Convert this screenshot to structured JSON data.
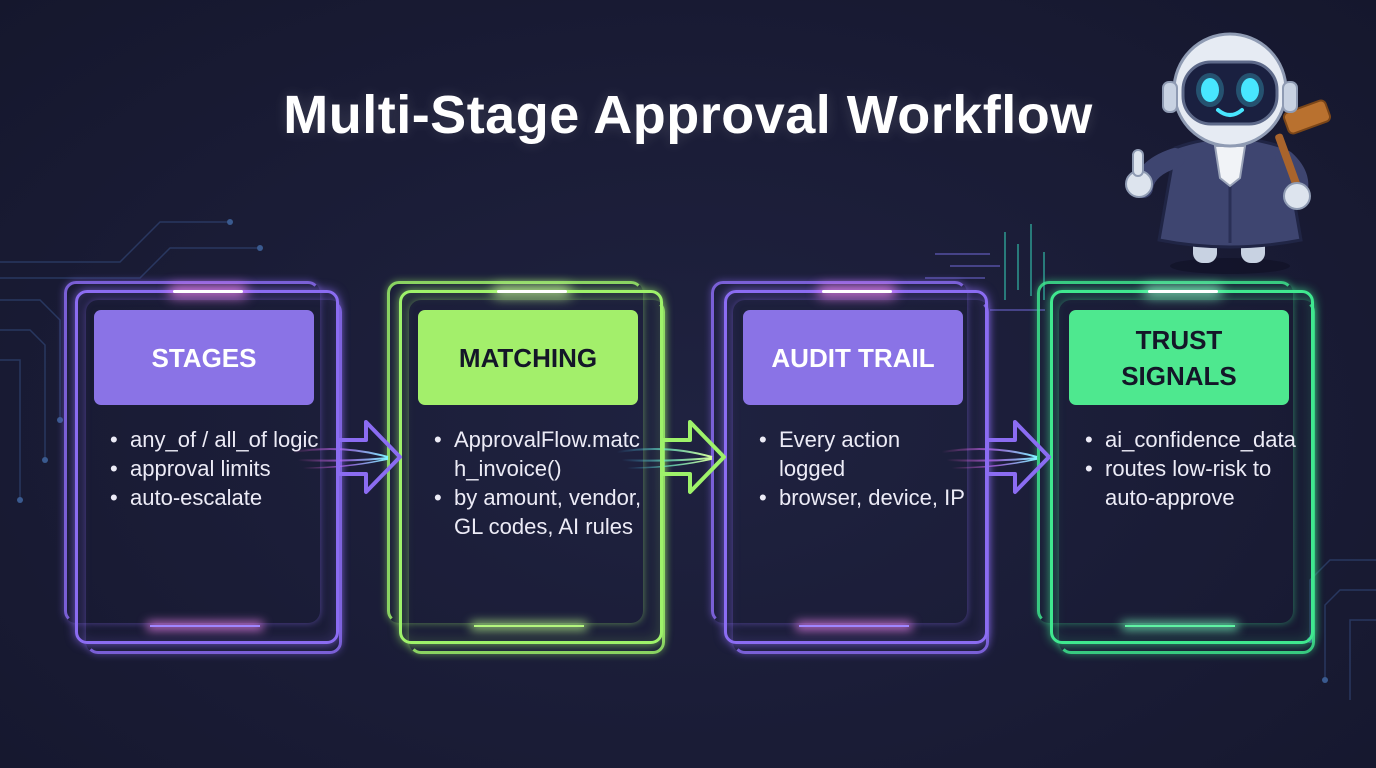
{
  "title": "Multi-Stage Approval Workflow",
  "stages": [
    {
      "heading": "STAGES",
      "bullets": [
        "any_of / all_of logic",
        "approval limits",
        "auto-escalate"
      ]
    },
    {
      "heading": "MATCHING",
      "bullets": [
        "ApprovalFlow.match_invoice()",
        "by amount, vendor, GL codes, AI rules"
      ]
    },
    {
      "heading": "AUDIT TRAIL",
      "bullets": [
        "Every action logged",
        "browser, device, IP"
      ]
    },
    {
      "heading": "TRUST\nSIGNALS",
      "bullets": [
        "ai_confidence_data",
        "routes low-risk to auto-approve"
      ]
    }
  ],
  "colors": {
    "background": "#181a33",
    "purple": "#8b6cf2",
    "lime": "#9ef26a",
    "green": "#3fe88f",
    "text": "#ecebf6"
  },
  "icons": {
    "mascot": "robot-judge-icon",
    "gavel": "gavel-icon",
    "arrow": "flow-arrow-icon"
  }
}
